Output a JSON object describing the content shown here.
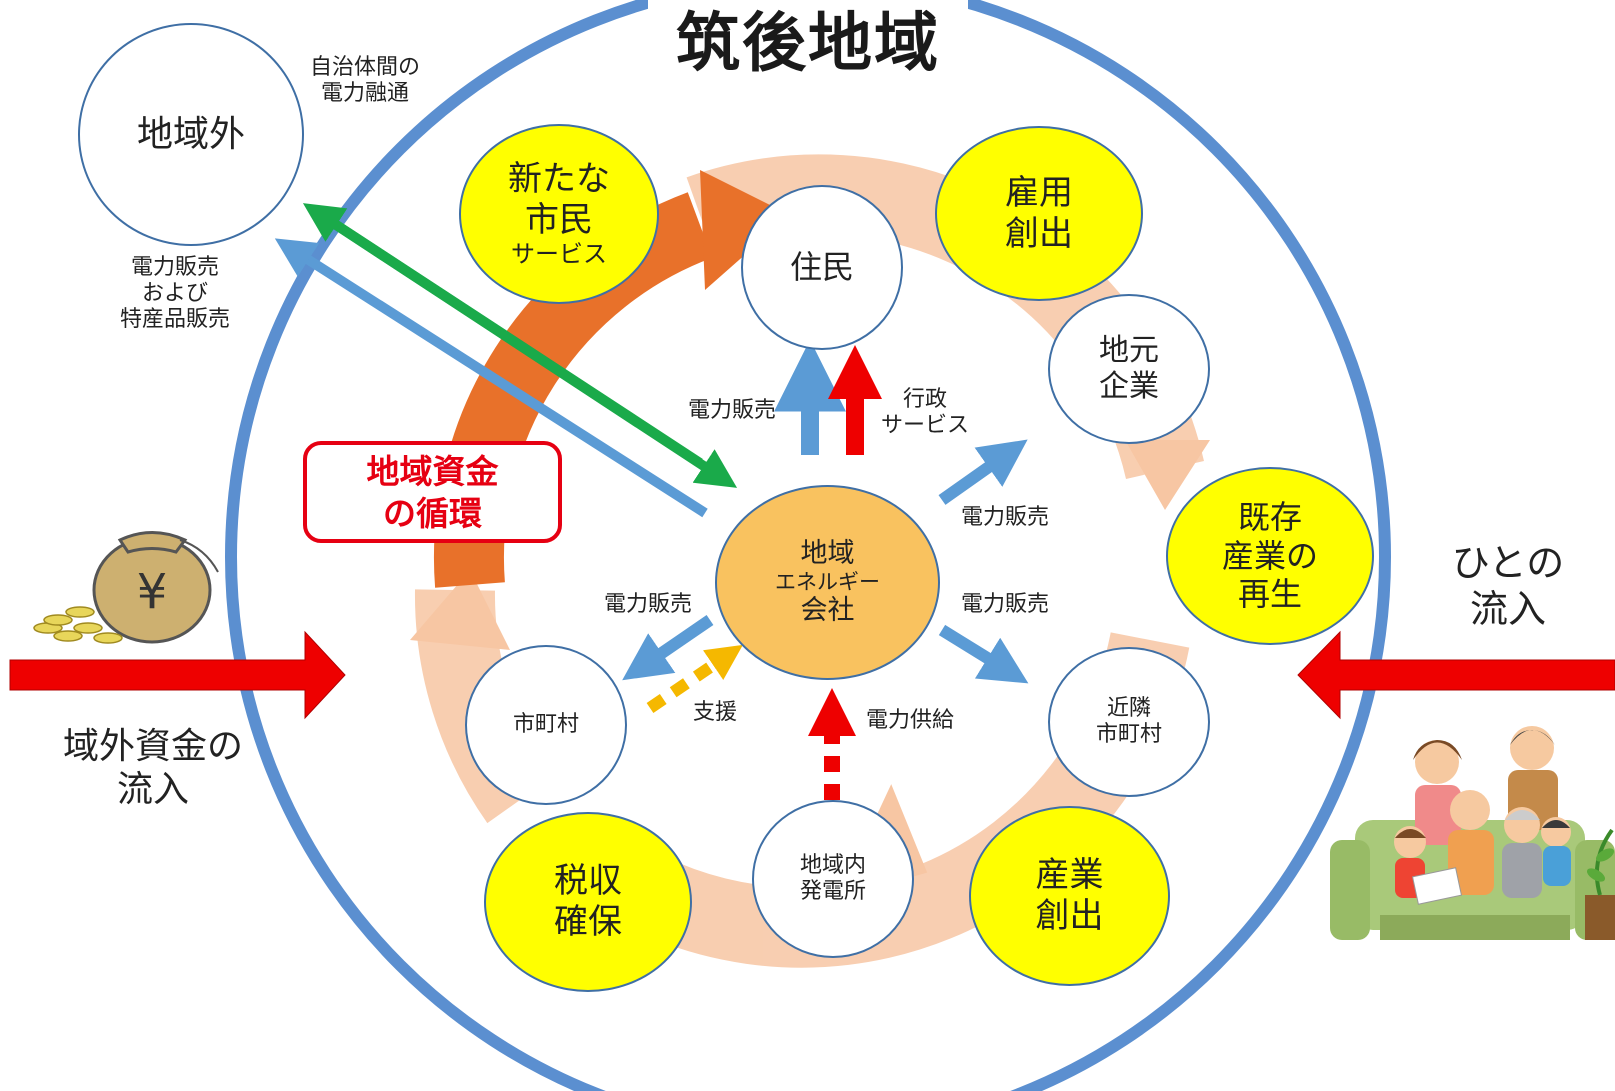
{
  "title": "筑後地域",
  "center": {
    "line1": "地域",
    "line2": "エネルギー",
    "line3": "会社"
  },
  "cycle_label": "地域資金\nの循環",
  "outside": {
    "label": "地域外",
    "note": "自治体間の\n電力融通",
    "sales_note": "電力販売\nおよび\n特産品販売"
  },
  "white_nodes": {
    "residents": "住民",
    "local_business": "地元\n企業",
    "municipality": "市町村",
    "neighbor": "近隣\n市町村",
    "power_plant": "地域内\n発電所"
  },
  "benefits": {
    "new_services": {
      "line1": "新たな",
      "line2": "市民",
      "line3": "サービス"
    },
    "employment": "雇用\n創出",
    "revival": "既存\n産業の\n再生",
    "industry": "産業\n創出",
    "tax": "税収\n確保"
  },
  "arrow_labels": {
    "sales_residents": "電力販売",
    "admin_service": "行政\nサービス",
    "sales_business": "電力販売",
    "sales_neighbor": "電力販売",
    "sales_municipality": "電力販売",
    "support": "支援",
    "supply": "電力供給"
  },
  "inflow": {
    "funds": "域外資金の\n流入",
    "people": "ひとの\n流入"
  },
  "colors": {
    "ring": "#5b8fd0",
    "cycle": "#e8712a",
    "cycle_light": "#f7c6a3",
    "blue_arrow": "#5b9bd5",
    "red_arrow": "#ee0000",
    "green_arrow": "#1aaa4a",
    "yellow_node": "#ffff00",
    "center_fill": "#f9c25f",
    "support_arrow": "#f5b800"
  },
  "icons": [
    "money-bag-yen-icon",
    "coins-icon",
    "family-on-sofa-illustration",
    "potted-plant-icon"
  ]
}
